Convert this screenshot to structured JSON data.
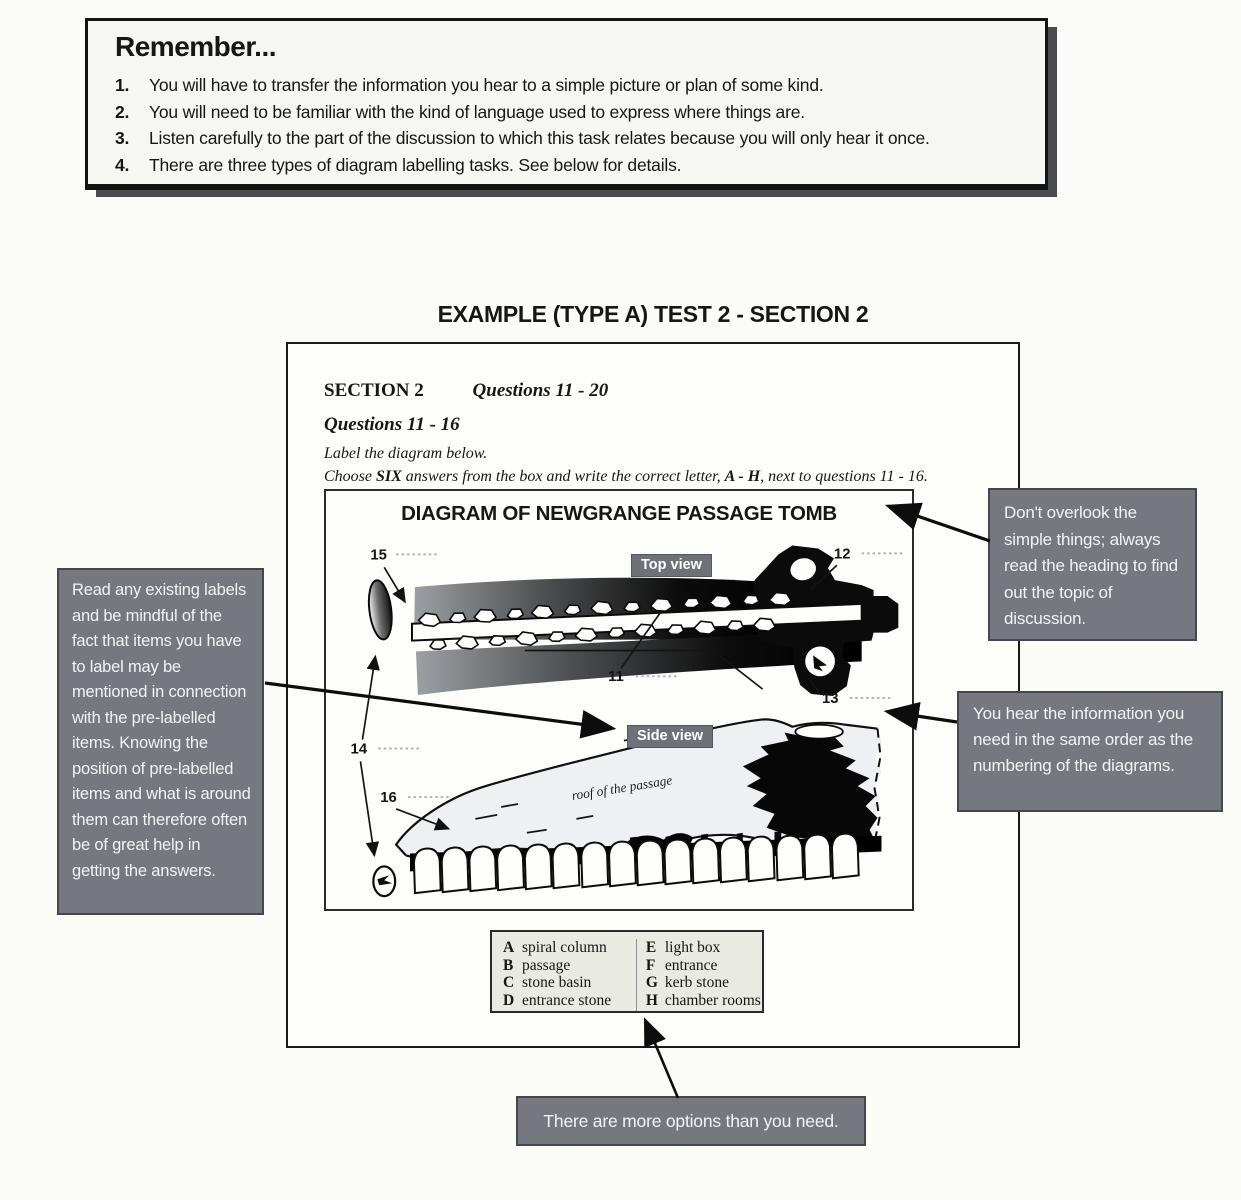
{
  "remember": {
    "title": "Remember...",
    "items": [
      {
        "num": "1.",
        "text": "You will have to transfer the information you hear to a simple picture or plan of some kind."
      },
      {
        "num": "2.",
        "text": "You will need to be familiar with the kind of language used to express where things are."
      },
      {
        "num": "3.",
        "text": "Listen carefully to the part of the discussion to which this task relates because you will only hear it once."
      },
      {
        "num": "4.",
        "text": "There are three types of diagram labelling tasks. See below for details."
      }
    ]
  },
  "example_heading": "EXAMPLE (TYPE A) TEST 2 - SECTION 2",
  "task": {
    "section_label": "SECTION 2",
    "section_range": "Questions 11 - 20",
    "questions_range": "Questions 11 - 16",
    "instruction_label": "Label the diagram below.",
    "choose": {
      "p1": "Choose ",
      "b1": "SIX",
      "p2": " answers from the box and write the correct letter, ",
      "b2": "A - H",
      "p3": ", next to questions 11 - 16."
    }
  },
  "diagram": {
    "title": "DIAGRAM OF NEWGRANGE PASSAGE TOMB",
    "top_view": "Top view",
    "side_view": "Side view",
    "roof_label": "roof of the passage",
    "labels": {
      "q11": "11",
      "q12": "12",
      "q13": "13",
      "q14": "14",
      "q15": "15",
      "q16": "16"
    }
  },
  "options": {
    "col_left": [
      {
        "letter": "A",
        "text": "spiral column"
      },
      {
        "letter": "B",
        "text": "passage"
      },
      {
        "letter": "C",
        "text": "stone basin"
      },
      {
        "letter": "D",
        "text": "entrance stone"
      }
    ],
    "col_right": [
      {
        "letter": "E",
        "text": "light box"
      },
      {
        "letter": "F",
        "text": "entrance"
      },
      {
        "letter": "G",
        "text": "kerb stone"
      },
      {
        "letter": "H",
        "text": "chamber rooms"
      }
    ]
  },
  "callouts": {
    "left": "Read any existing labels and be mindful of the fact that items you have to label may be mentioned in connection with the pre-labelled items. Knowing the position of pre-labelled items and what is around them can therefore often be of great help in getting the answers.",
    "top_right": "Don't overlook the simple things; always read the heading to find out the topic of discussion.",
    "mid_right": "You hear the information you need in the same order as the numbering of the diagrams.",
    "bottom": "There are more options than you need."
  },
  "colors": {
    "page_bg": "#fbfbf7",
    "ink": "#161616",
    "callout_bg": "#75787e",
    "callout_text": "#f2f3f5",
    "badge_bg": "#6e7278",
    "options_bg": "#e9ebe3"
  }
}
